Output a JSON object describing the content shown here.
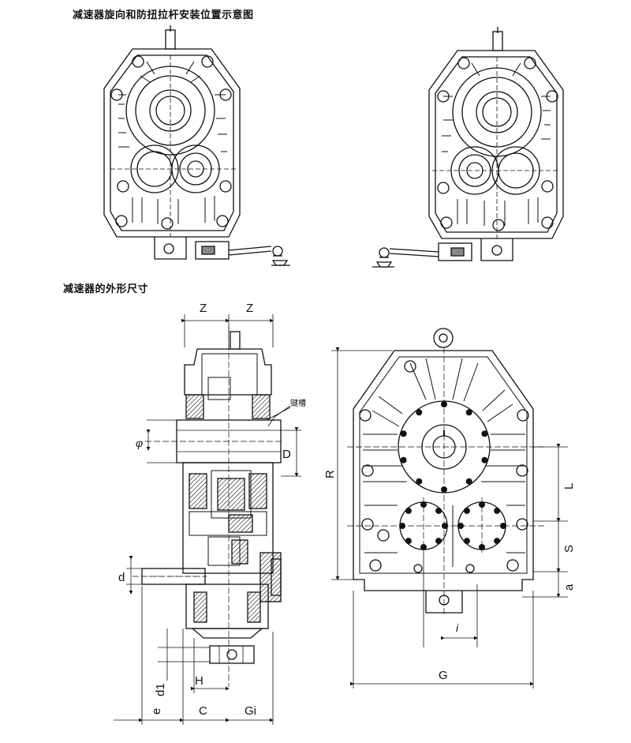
{
  "headings": {
    "install_title": "减速器旋向和防扭拉杆安装位置示意图",
    "dims_title": "减速器的外形尺寸"
  },
  "labels": {
    "keyway": "键槽"
  },
  "dimensions": {
    "Z_left": "Z",
    "Z_right": "Z",
    "phi": "φ",
    "D": "D",
    "d": "d",
    "d1": "d1",
    "e": "e",
    "H": "H",
    "C": "C",
    "Gi": "Gi",
    "R": "R",
    "L": "L",
    "S": "S",
    "a": "a",
    "i": "i",
    "G": "G"
  }
}
